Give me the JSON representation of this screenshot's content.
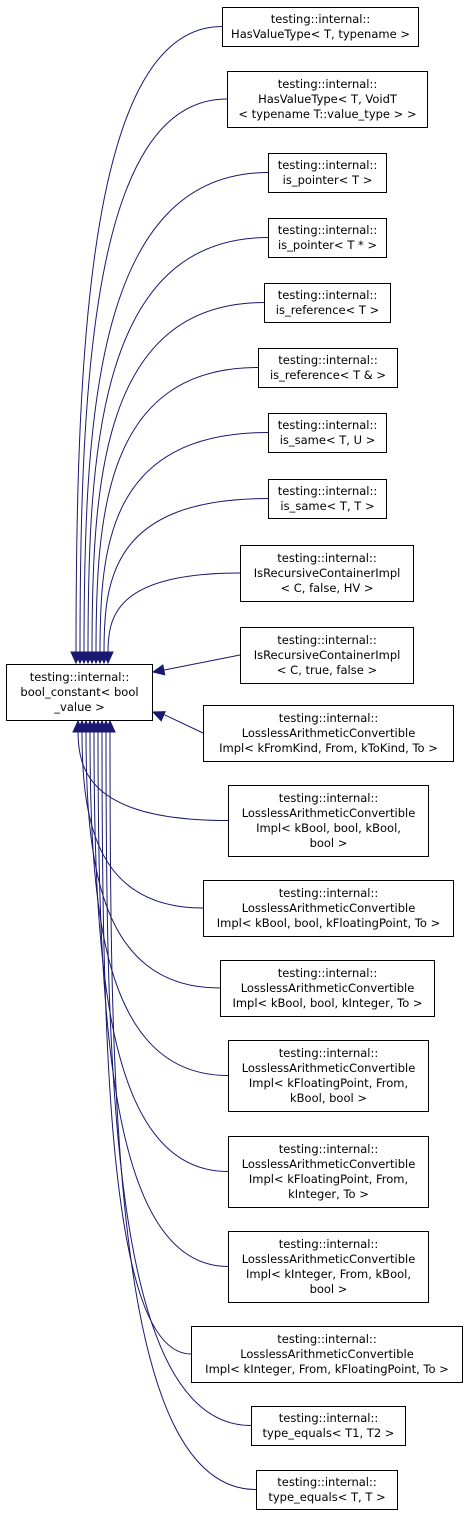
{
  "base": {
    "lines": [
      "testing::internal::",
      "bool_constant< bool",
      "_value >"
    ]
  },
  "derived": [
    {
      "lines": [
        "testing::internal::",
        "HasValueType< T, typename >"
      ]
    },
    {
      "lines": [
        "testing::internal::",
        "HasValueType< T, VoidT",
        "< typename T::value_type > >"
      ]
    },
    {
      "lines": [
        "testing::internal::",
        "is_pointer< T >"
      ]
    },
    {
      "lines": [
        "testing::internal::",
        "is_pointer< T * >"
      ]
    },
    {
      "lines": [
        "testing::internal::",
        "is_reference< T >"
      ]
    },
    {
      "lines": [
        "testing::internal::",
        "is_reference< T & >"
      ]
    },
    {
      "lines": [
        "testing::internal::",
        "is_same< T, U >"
      ]
    },
    {
      "lines": [
        "testing::internal::",
        "is_same< T, T >"
      ]
    },
    {
      "lines": [
        "testing::internal::",
        "IsRecursiveContainerImpl",
        "< C, false, HV >"
      ]
    },
    {
      "lines": [
        "testing::internal::",
        "IsRecursiveContainerImpl",
        "< C, true, false >"
      ]
    },
    {
      "lines": [
        "testing::internal::",
        "LosslessArithmeticConvertible",
        "Impl< kFromKind, From, kToKind, To >"
      ]
    },
    {
      "lines": [
        "testing::internal::",
        "LosslessArithmeticConvertible",
        "Impl< kBool, bool, kBool,",
        "bool >"
      ]
    },
    {
      "lines": [
        "testing::internal::",
        "LosslessArithmeticConvertible",
        "Impl< kBool, bool, kFloatingPoint, To >"
      ]
    },
    {
      "lines": [
        "testing::internal::",
        "LosslessArithmeticConvertible",
        "Impl< kBool, bool, kInteger, To >"
      ]
    },
    {
      "lines": [
        "testing::internal::",
        "LosslessArithmeticConvertible",
        "Impl< kFloatingPoint, From,",
        "kBool, bool >"
      ]
    },
    {
      "lines": [
        "testing::internal::",
        "LosslessArithmeticConvertible",
        "Impl< kFloatingPoint, From,",
        "kInteger, To >"
      ]
    },
    {
      "lines": [
        "testing::internal::",
        "LosslessArithmeticConvertible",
        "Impl< kInteger, From, kBool,",
        "bool >"
      ]
    },
    {
      "lines": [
        "testing::internal::",
        "LosslessArithmeticConvertible",
        "Impl< kInteger, From, kFloatingPoint, To >"
      ]
    },
    {
      "lines": [
        "testing::internal::",
        "type_equals< T1, T2 >"
      ]
    },
    {
      "lines": [
        "testing::internal::",
        "type_equals< T, T >"
      ]
    }
  ]
}
